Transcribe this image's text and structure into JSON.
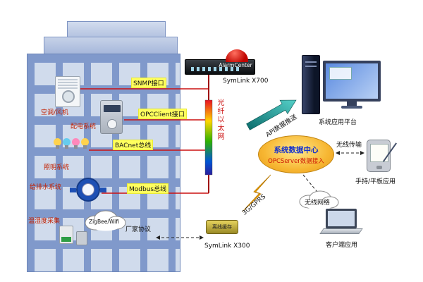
{
  "building": {
    "subsystems": [
      {
        "label": "空调/风机"
      },
      {
        "label": "配电系统"
      },
      {
        "label": "照明系统"
      },
      {
        "label": "给排水系统"
      },
      {
        "label": "温湿度采集"
      }
    ],
    "zigbee": "ZigBee/Wifi",
    "vendor_protocol": "厂家协议"
  },
  "protocols": {
    "snmp": "SNMP接口",
    "opcclient": "OPCClient接口",
    "bacnet": "BACnet总线",
    "modbus": "Modbus总线"
  },
  "links": {
    "fiber": "光纤以太网",
    "api_push": "API数据推送",
    "wireless_transfer": "无线传输",
    "wireless_network": "无线网络",
    "cellular": "3G/GPRS"
  },
  "devices": {
    "x700": {
      "name": "SymLink X700",
      "alarm": "AlarmCenter"
    },
    "x300": {
      "name": "SymLink X300",
      "cache": "离线缓存"
    }
  },
  "datacenter": {
    "title": "系统数据中心",
    "subtitle": "OPCServer数据接入"
  },
  "endpoints": {
    "platform": "系统应用平台",
    "handheld": "手持/平板应用",
    "client": "客户端应用"
  },
  "colors": {
    "building_wall": "#8099cb",
    "building_window": "#d0dbec",
    "line_red": "#cc1111",
    "arrow_teal": "#19a0a0",
    "ellipse_fill": "#f7b733",
    "highlight_yellow": "#ffff5e"
  }
}
